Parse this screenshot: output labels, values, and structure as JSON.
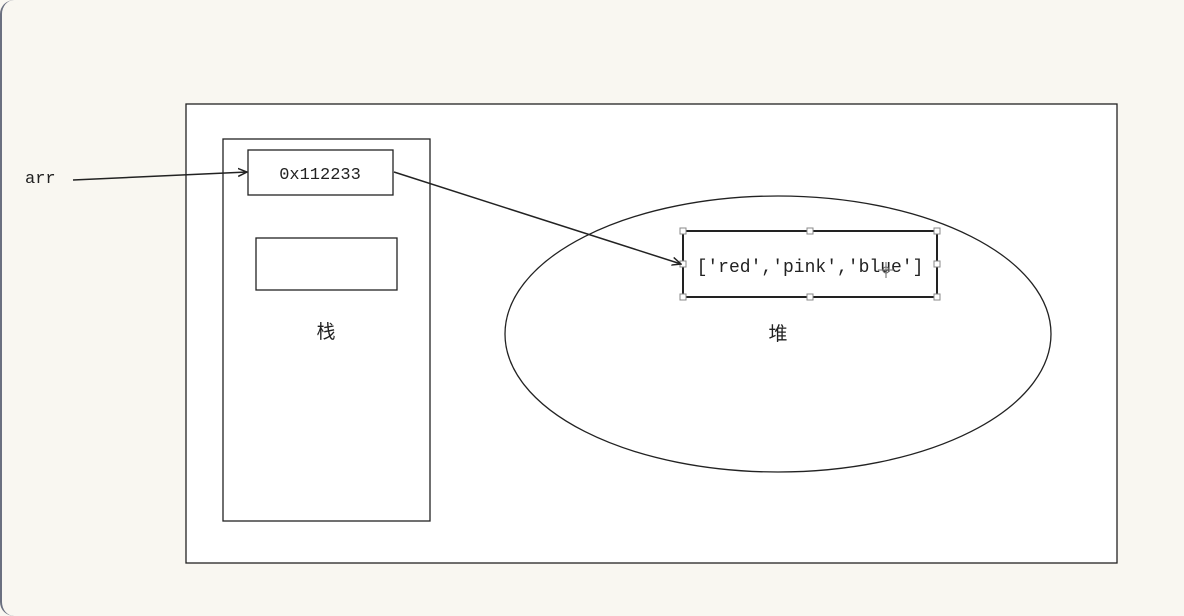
{
  "diagram": {
    "variable_label": "arr",
    "stack_address": "0x112233",
    "stack_label": "栈",
    "heap_label": "堆",
    "heap_value": "['red','pink','blue']",
    "colors": {
      "background": "#f9f7f1",
      "canvas": "#ffffff",
      "stroke": "#222222"
    }
  }
}
